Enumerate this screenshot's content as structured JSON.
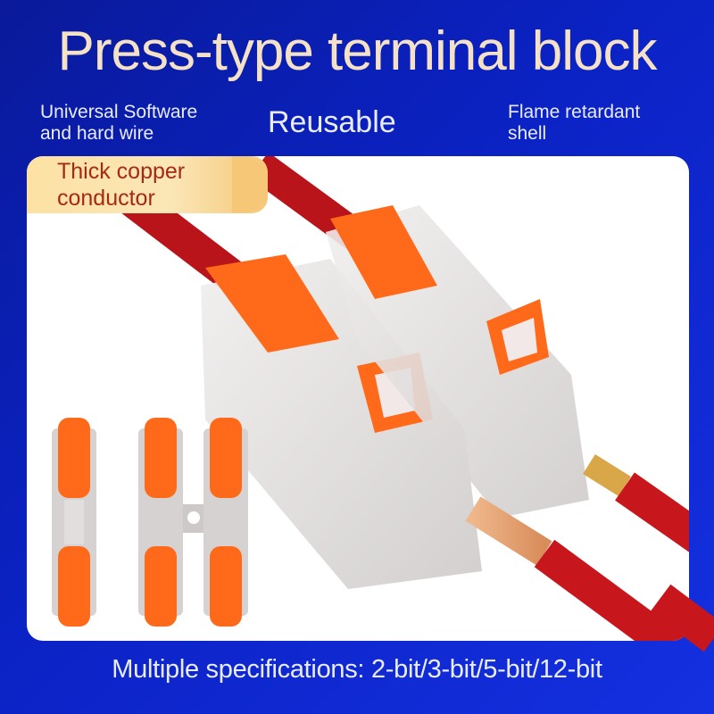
{
  "title": "Press-type terminal block",
  "features": {
    "left": [
      "Universal Software",
      "and hard wire"
    ],
    "center": "Reusable",
    "right": [
      "Flame retardant",
      "shell"
    ]
  },
  "badge": {
    "lines": [
      "Thick copper",
      "conductor"
    ]
  },
  "footer": "Multiple specifications: 2-bit/3-bit/5-bit/12-bit",
  "colors": {
    "background": "#0b22c4",
    "title": "#f5e2c6",
    "badge_text": "#a52a16",
    "wire_red": "#c8171c",
    "lever_orange": "#ff6a1a",
    "copper": "#e6a372"
  },
  "image": {
    "product_photo": "Two clear press-type wire connectors with orange levers and red wires, plus top view of 1-way and 2-way connector variants"
  }
}
